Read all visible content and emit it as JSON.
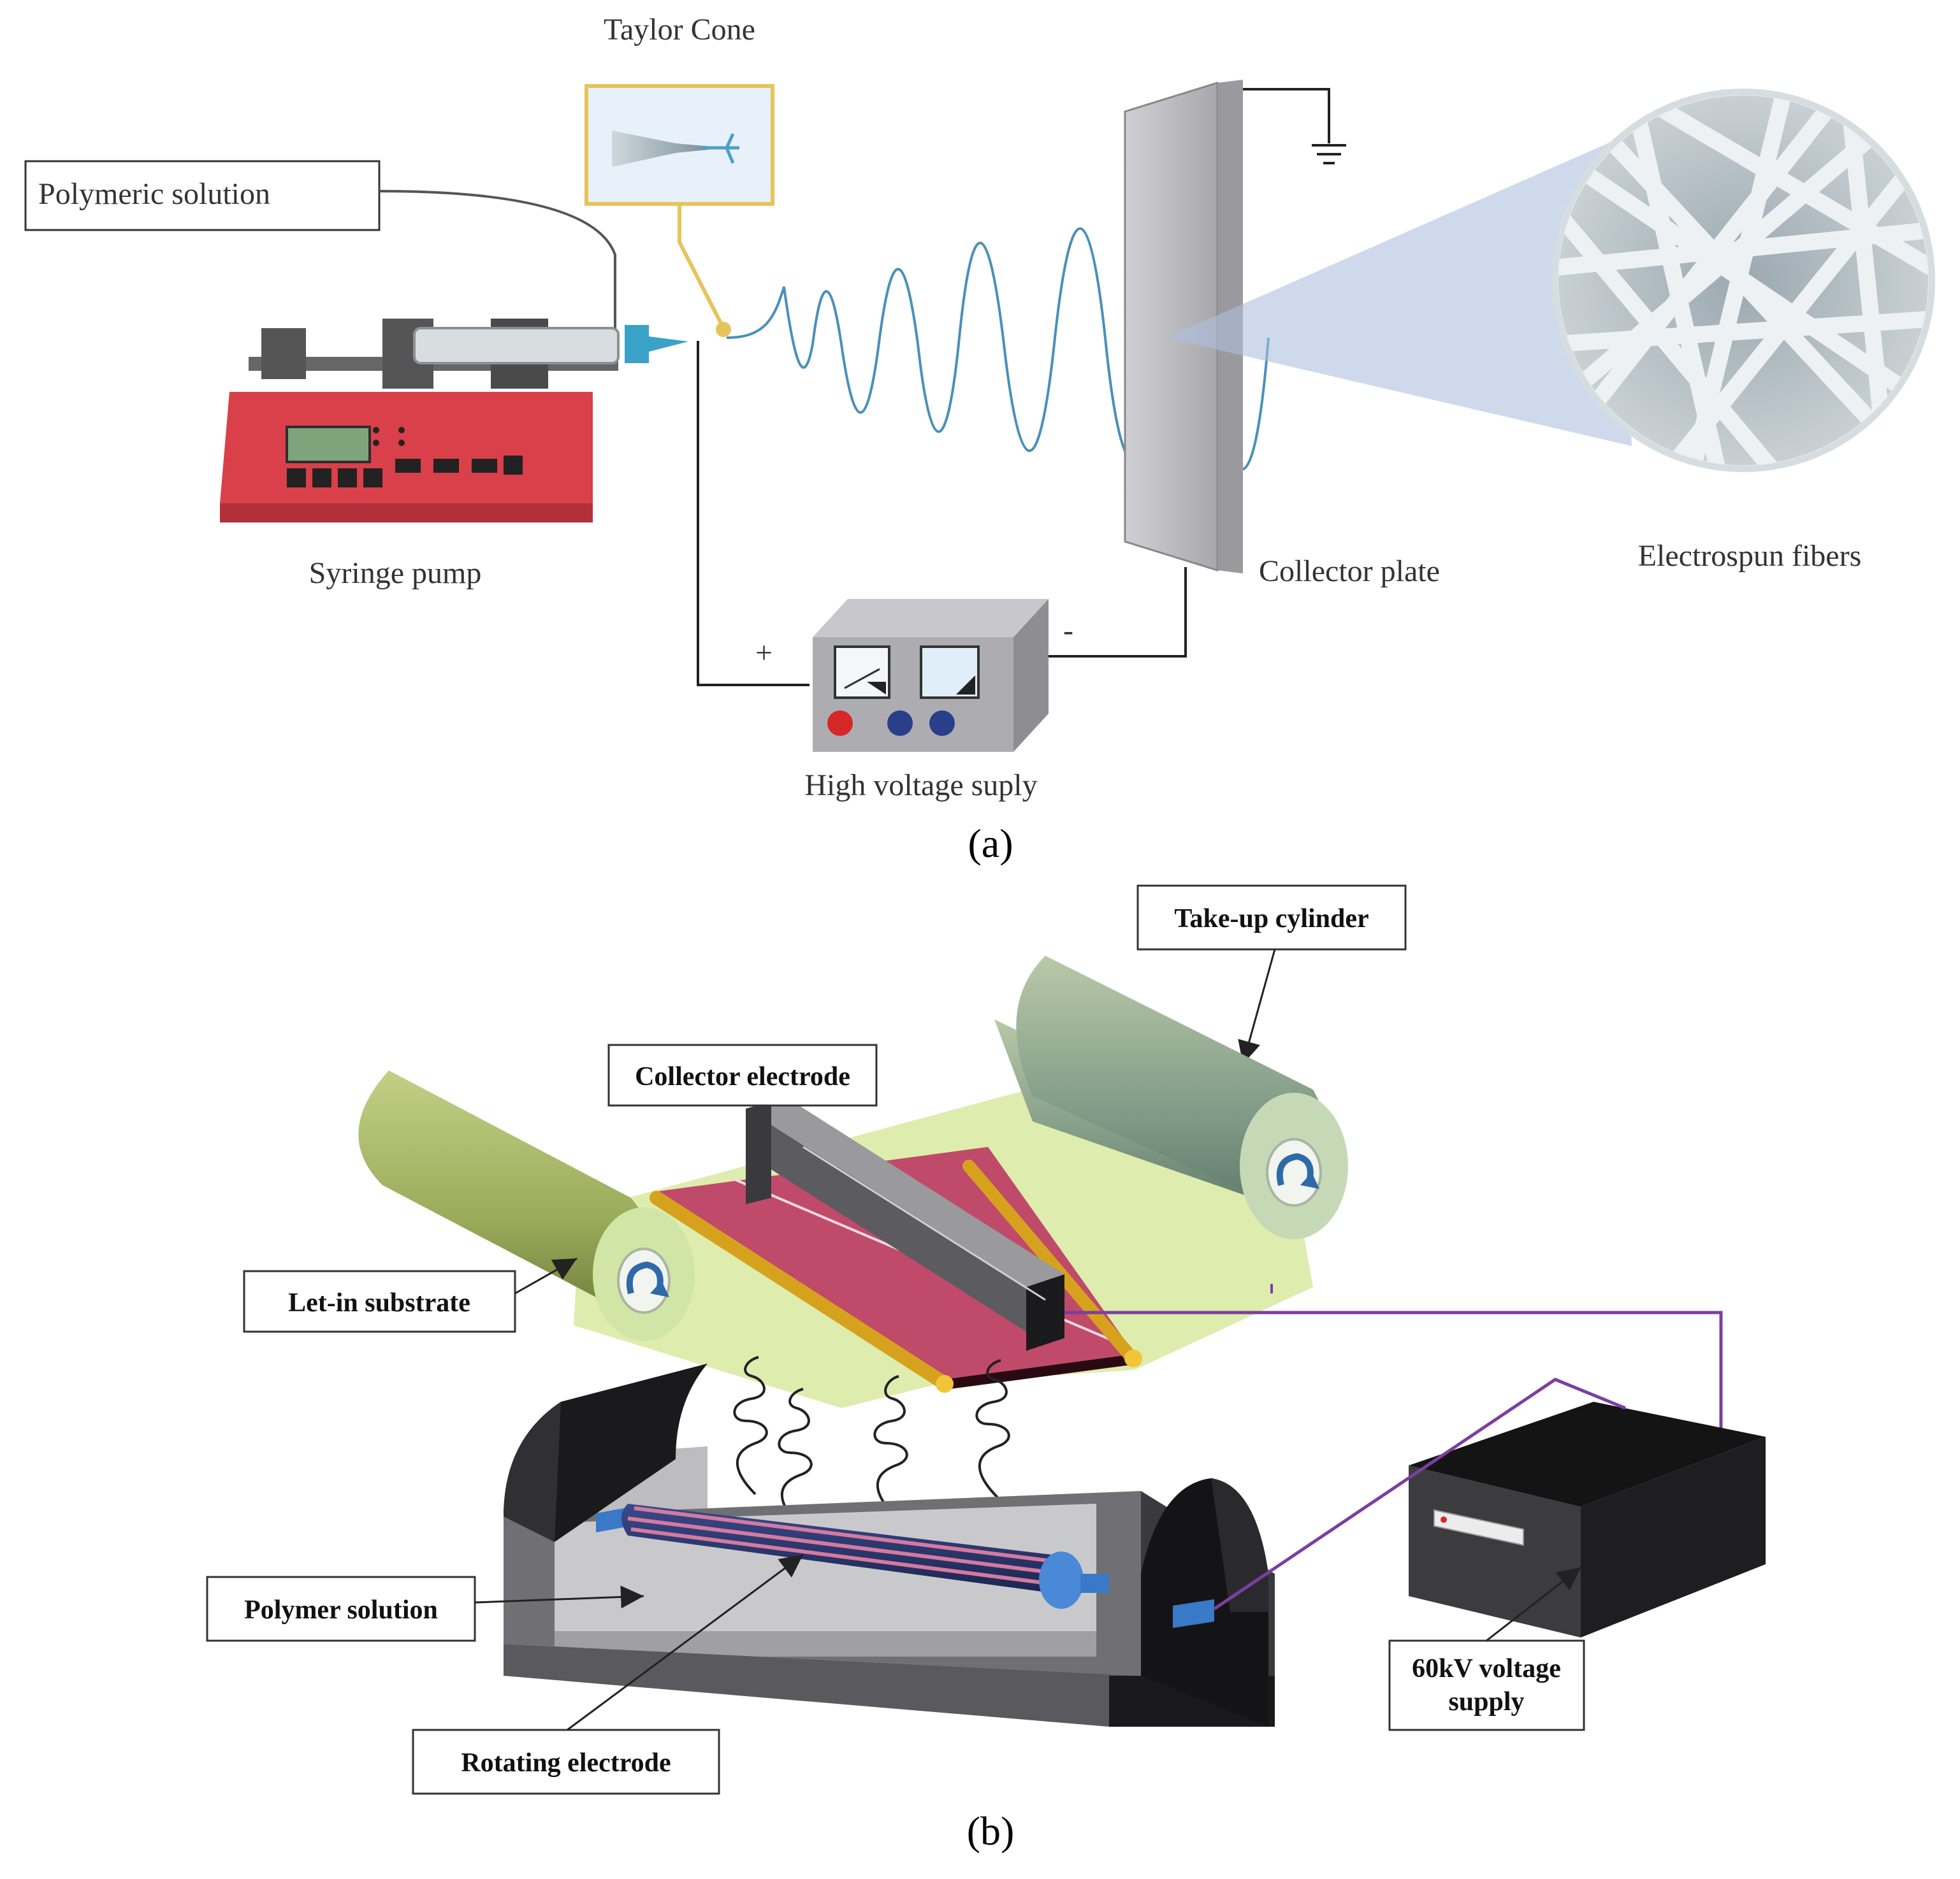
{
  "panel_a": {
    "caption": "(a)",
    "labels": {
      "taylor_cone": "Taylor Cone",
      "polymeric_solution": "Polymeric solution",
      "syringe_pump": "Syringe pump",
      "collector_plate": "Collector plate",
      "electrospun_fibers": "Electrospun fibers",
      "high_voltage_supply": "High voltage suply",
      "plus": "+",
      "minus": "-"
    }
  },
  "panel_b": {
    "caption": "(b)",
    "labels": {
      "take_up_cylinder": "Take-up cylinder",
      "collector_electrode": "Collector electrode",
      "let_in_substrate": "Let-in substrate",
      "polymer_solution": "Polymer solution",
      "rotating_electrode": "Rotating electrode",
      "voltage_supply_line1": "60kV voltage",
      "voltage_supply_line2": "supply"
    }
  },
  "colors": {
    "pump_red": "#d9404a",
    "jet_blue": "#4a90b8",
    "wire_purple": "#7a3fa0",
    "substrate_green": "#d8eaa0",
    "roller_green": "#a9b86a",
    "collector_pink": "#c04a6a",
    "rod_gold": "#d6a21e"
  }
}
